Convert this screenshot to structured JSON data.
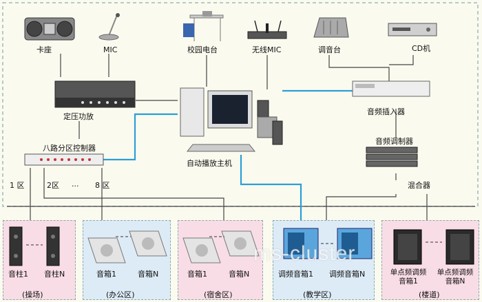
{
  "equipment": {
    "cassette": "卡座",
    "mic": "MIC",
    "campus_station": "校园电台",
    "wireless_mic": "无线MIC",
    "mixer_desk": "调音台",
    "cd_player": "CD机",
    "amplifier": "定压功放",
    "host": "自动播放主机",
    "audio_inserter": "音频插入器",
    "audio_modulator": "音频调制器",
    "combiner": "混合器",
    "zone_controller": "八路分区控制器",
    "zone_1": "1 区",
    "zone_2": "2区",
    "zone_dots": "...",
    "zone_8": "8 区"
  },
  "zones": [
    {
      "name": "(操场)",
      "dev_a": "音柱1",
      "dev_b": "音柱N",
      "color": "#f9dde6"
    },
    {
      "name": "(办公区)",
      "dev_a": "音箱1",
      "dev_b": "音箱N",
      "color": "#ddebf7"
    },
    {
      "name": "(宿舍区)",
      "dev_a": "音箱1",
      "dev_b": "音箱N",
      "color": "#f9dde6"
    },
    {
      "name": "(教学区)",
      "dev_a": "调频音箱1",
      "dev_b": "调频音箱N",
      "color": "#ddebf7"
    },
    {
      "name": "(楼道)",
      "dev_a": "单点频调频\n音箱1",
      "dev_b": "单点频调频\n音箱N",
      "color": "#f9dde6"
    }
  ],
  "watermark": "ms-cluster",
  "colors": {
    "blue_line": "#2a9fd6",
    "gray_line": "#444444",
    "border": "#88aaaa"
  }
}
